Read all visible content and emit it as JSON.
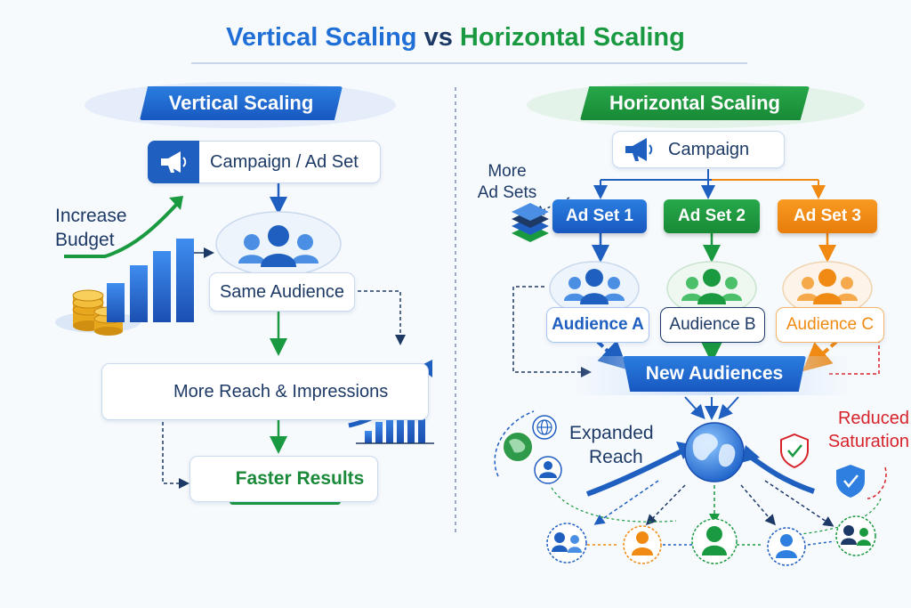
{
  "title": {
    "part1": "Vertical Scaling",
    "vs": "vs",
    "part2": "Horizontal Scaling"
  },
  "vertical": {
    "header": "Vertical Scaling",
    "campaign": "Campaign / Ad Set",
    "increase_line1": "Increase",
    "increase_line2": "Budget",
    "audience": "Same Audience",
    "reach": "More Reach & Impressions",
    "results": "Faster Results"
  },
  "horizontal": {
    "header": "Horizontal Scaling",
    "campaign": "Campaign",
    "more_line1": "More",
    "more_line2": "Ad Sets",
    "adsets": [
      "Ad Set 1",
      "Ad Set 2",
      "Ad Set 3"
    ],
    "audiences": [
      "Audience A",
      "Audience B",
      "Audience C"
    ],
    "new_audiences": "New Audiences",
    "expanded_line1": "Expanded",
    "expanded_line2": "Reach",
    "reduced_line1": "Reduced",
    "reduced_line2": "Saturation"
  },
  "colors": {
    "blue": "#1f6fd6",
    "green": "#1a9a40",
    "orange": "#f08a12",
    "red": "#d6232a",
    "navy": "#1d3a66"
  },
  "icons": [
    "megaphone-icon",
    "people-group-icon",
    "coins-icon",
    "bar-chart-icon",
    "rocket-icon",
    "lightning-icon",
    "layers-icon",
    "globe-icon",
    "shield-check-icon",
    "person-icon"
  ]
}
